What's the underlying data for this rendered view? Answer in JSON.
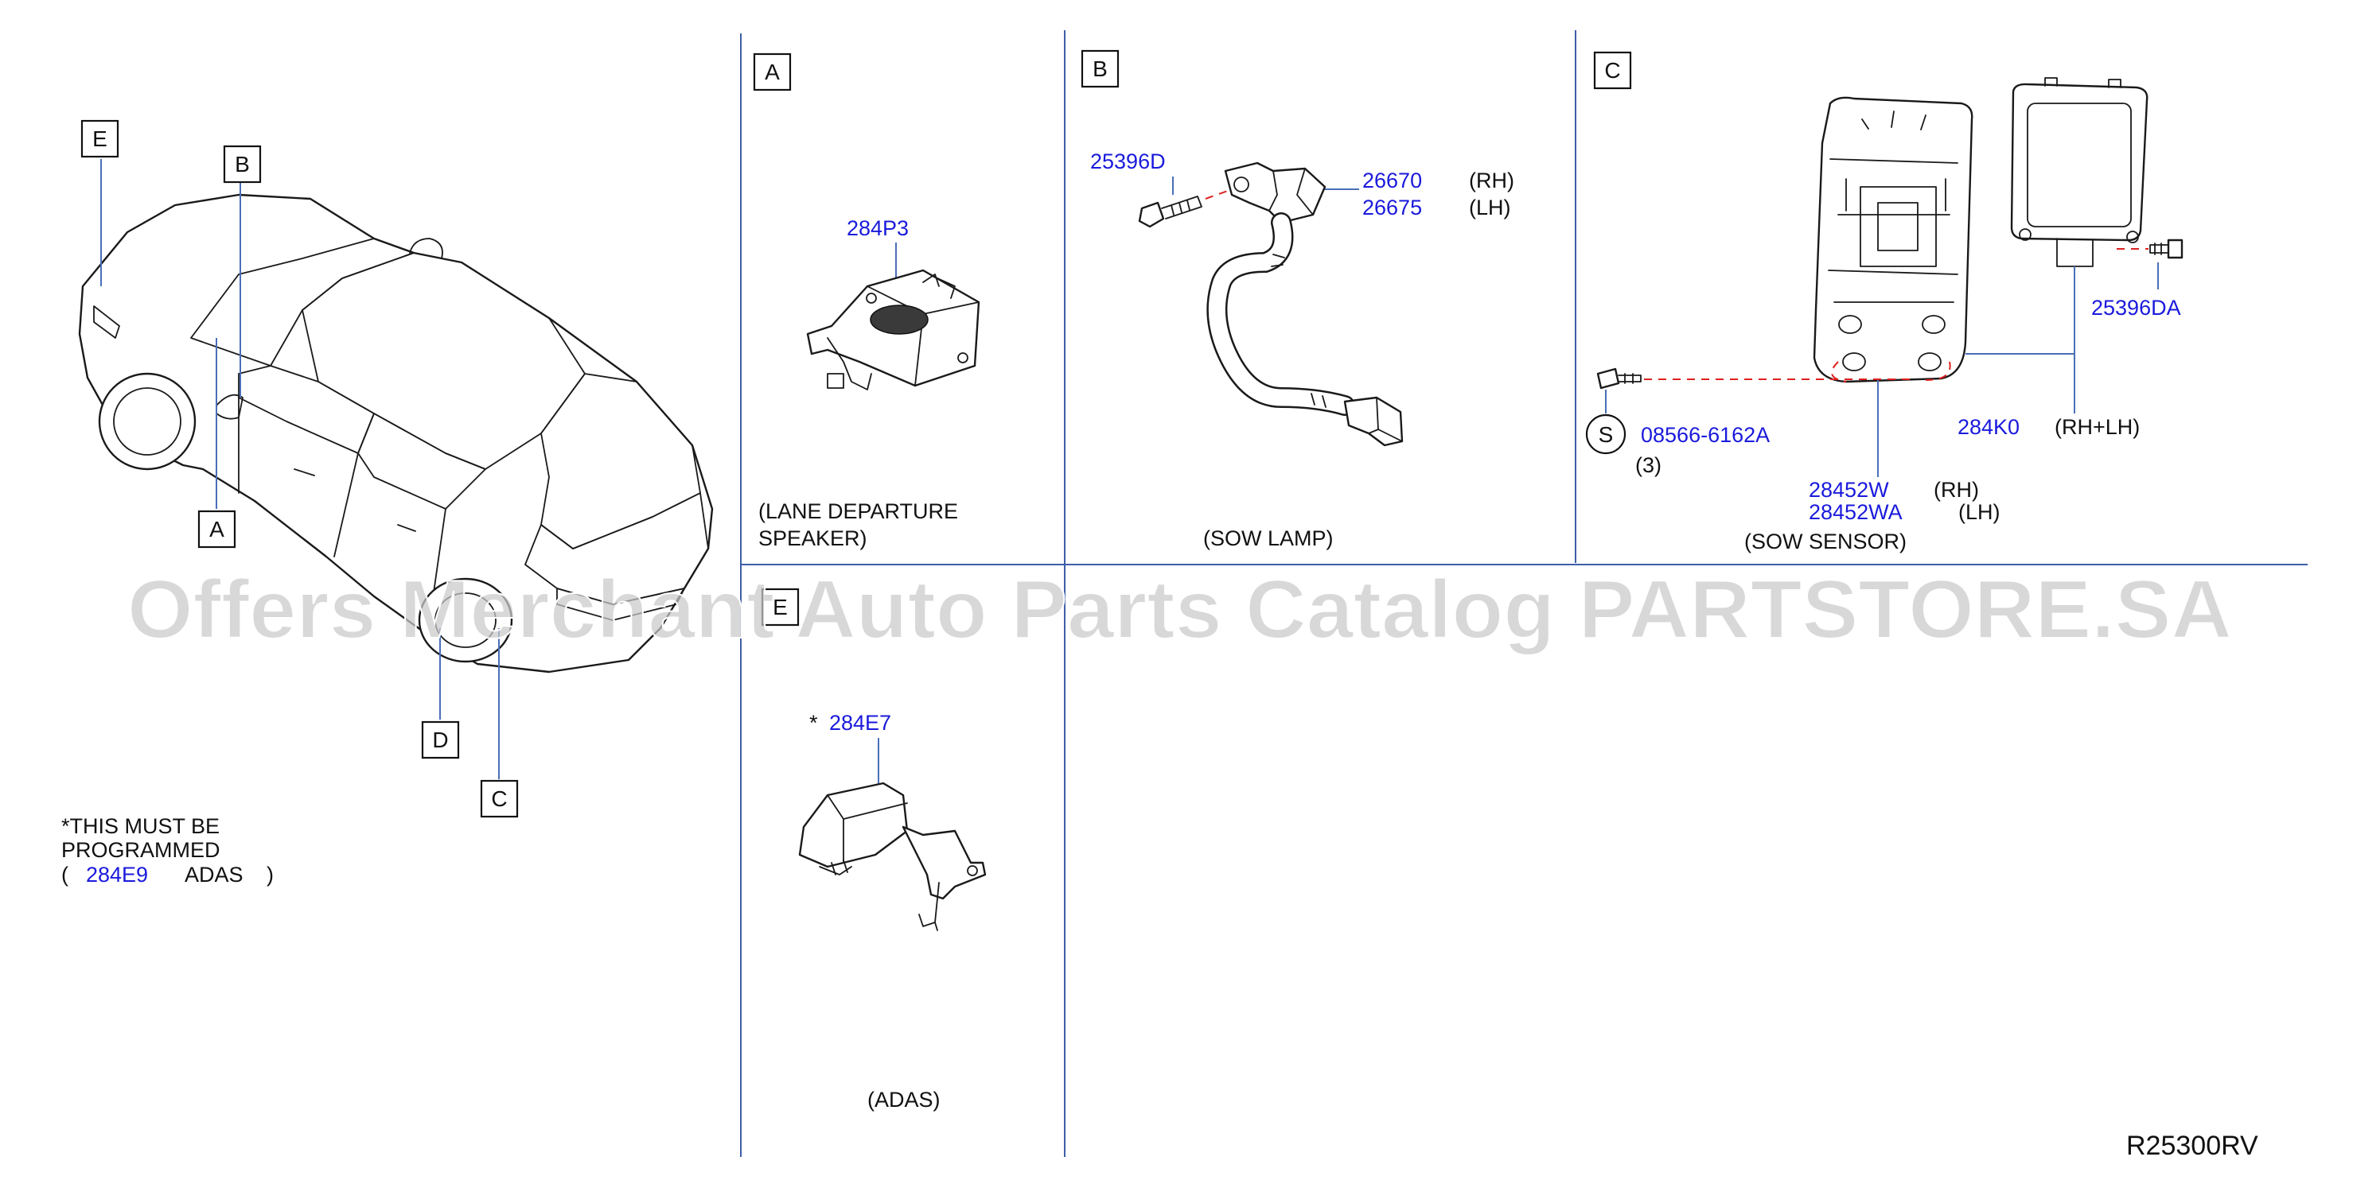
{
  "sections": [
    {
      "id": "A"
    },
    {
      "id": "B"
    },
    {
      "id": "C"
    },
    {
      "id": "E"
    }
  ],
  "car_callouts": [
    "E",
    "B",
    "A",
    "D",
    "C"
  ],
  "section_a": {
    "part": "284P3",
    "caption_line1": "(LANE   DEPARTURE",
    "caption_line2": "SPEAKER)"
  },
  "section_b": {
    "bolt": "25396D",
    "lamp_rh": "26670",
    "rh": "(RH)",
    "lamp_lh": "26675",
    "lh": "(LH)",
    "caption": "(SOW   LAMP)"
  },
  "section_c": {
    "bolt": "25396DA",
    "sensor": "284K0",
    "rhlh": "(RH+LH)",
    "screw_symbol": "S",
    "screw": "08566-6162A",
    "screw_qty": "(3)",
    "bracket_rh": "28452W",
    "rh": "(RH)",
    "bracket_lh": "28452WA",
    "lh": "(LH)",
    "caption": "(SOW   SENSOR)"
  },
  "section_e": {
    "asterisk": "*",
    "part": "284E7",
    "caption": "(ADAS)"
  },
  "note": {
    "line1": "*THIS   MUST   BE",
    "line2": "PROGRAMMED",
    "open": "(",
    "part": "284E9",
    "word": "ADAS",
    "close": ")"
  },
  "diagram_code": "R25300RV",
  "watermark": "Offers Merchant Auto Parts Catalog PARTSTORE.SA",
  "colors": {
    "part_number": "#1a1adc",
    "separator": "#3d5ea8",
    "dashed_line": "#e02020",
    "watermark": "#c9c9c9"
  }
}
